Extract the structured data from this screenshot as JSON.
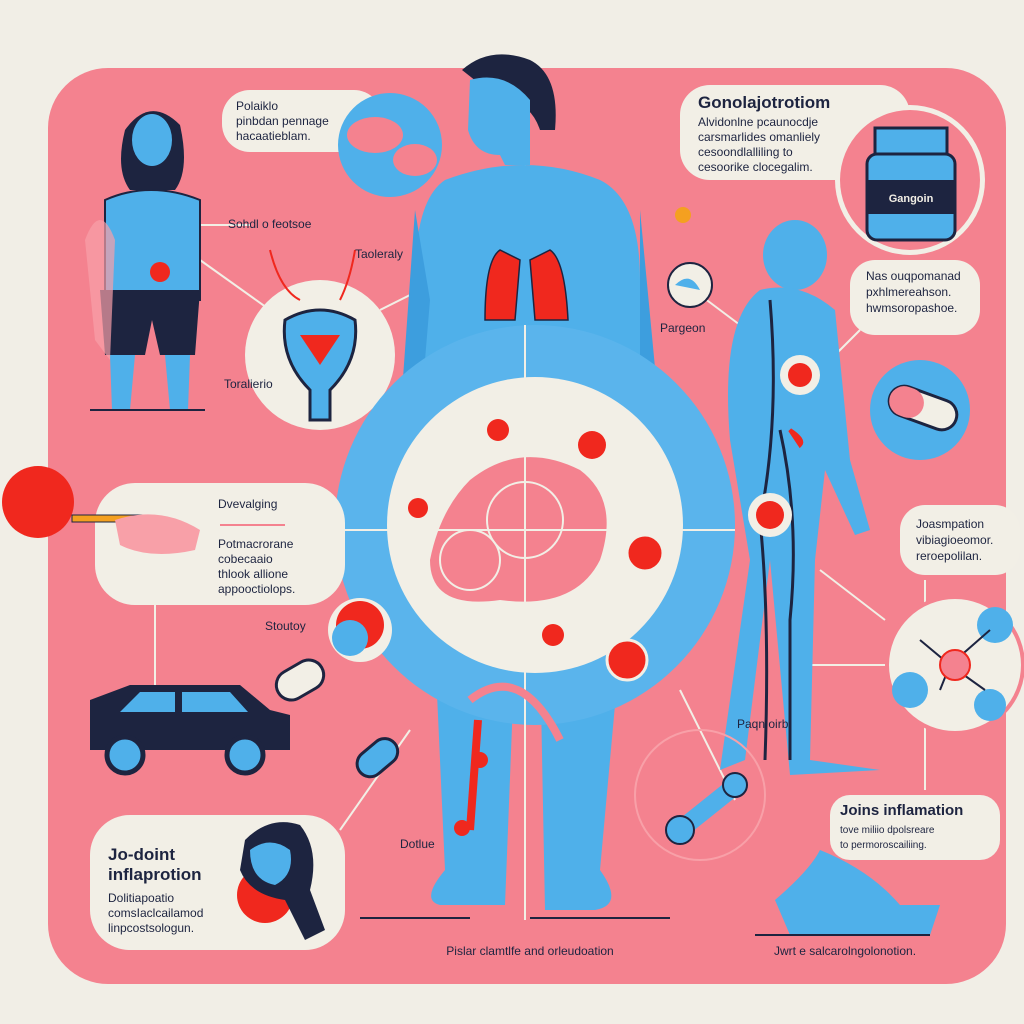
{
  "colors": {
    "background": "#f1eee6",
    "panel": "#f4828f",
    "blue": "#4fb0ea",
    "red": "#f0281e",
    "navy": "#1d2440",
    "cream": "#f2efe6"
  },
  "callouts": {
    "top_left": {
      "lines": [
        "Polaiklo",
        "pinbdan pennage",
        "hacaatieblam."
      ]
    },
    "top_right": {
      "title": "Gonolajotrotiom",
      "lines": [
        "Alvidonlne pcaunocdje",
        "carsmarlides omanliely",
        "cesoondlalliling to",
        "cesoorike clocegalim."
      ]
    },
    "right_mid": {
      "lines": [
        "Nas ouqpomanad",
        "pxhlmereahson.",
        "hwmsoropashoe."
      ]
    },
    "left_mid": {
      "title": "Dvevalging",
      "lines": [
        "Potmacrorane",
        "cobecaaio",
        "thlook allione",
        "appooctiolops."
      ]
    },
    "right_joint": {
      "lines": [
        "Joasmpation",
        "vibiagioeomor.",
        "reroepolilan."
      ]
    },
    "bottom_left": {
      "title_lines": [
        "Jo-doint",
        "inflaprotion"
      ],
      "lines": [
        "Dolitiapoatio",
        "comsIaclcailamod",
        "linpcostsologun."
      ]
    },
    "bottom_right": {
      "title": "Joins inflamation",
      "lines": [
        "tove miliio dpolsreare",
        "to permoroscailiing."
      ]
    }
  },
  "labels": {
    "sohdl": "Sohdl o feotsoe",
    "taoleraly": "Taoleraly",
    "toralierio": "Toralierio",
    "pargeon": "Pargeon",
    "stoutoy": "Stoutoy",
    "paqn": "Paqn oirb",
    "dotlue": "Dotlue",
    "jar": "Gangoin",
    "caption_center": "Pislar clamtlfe and orleudoation",
    "caption_right": "Jwrt e salcarolngolonotion."
  }
}
